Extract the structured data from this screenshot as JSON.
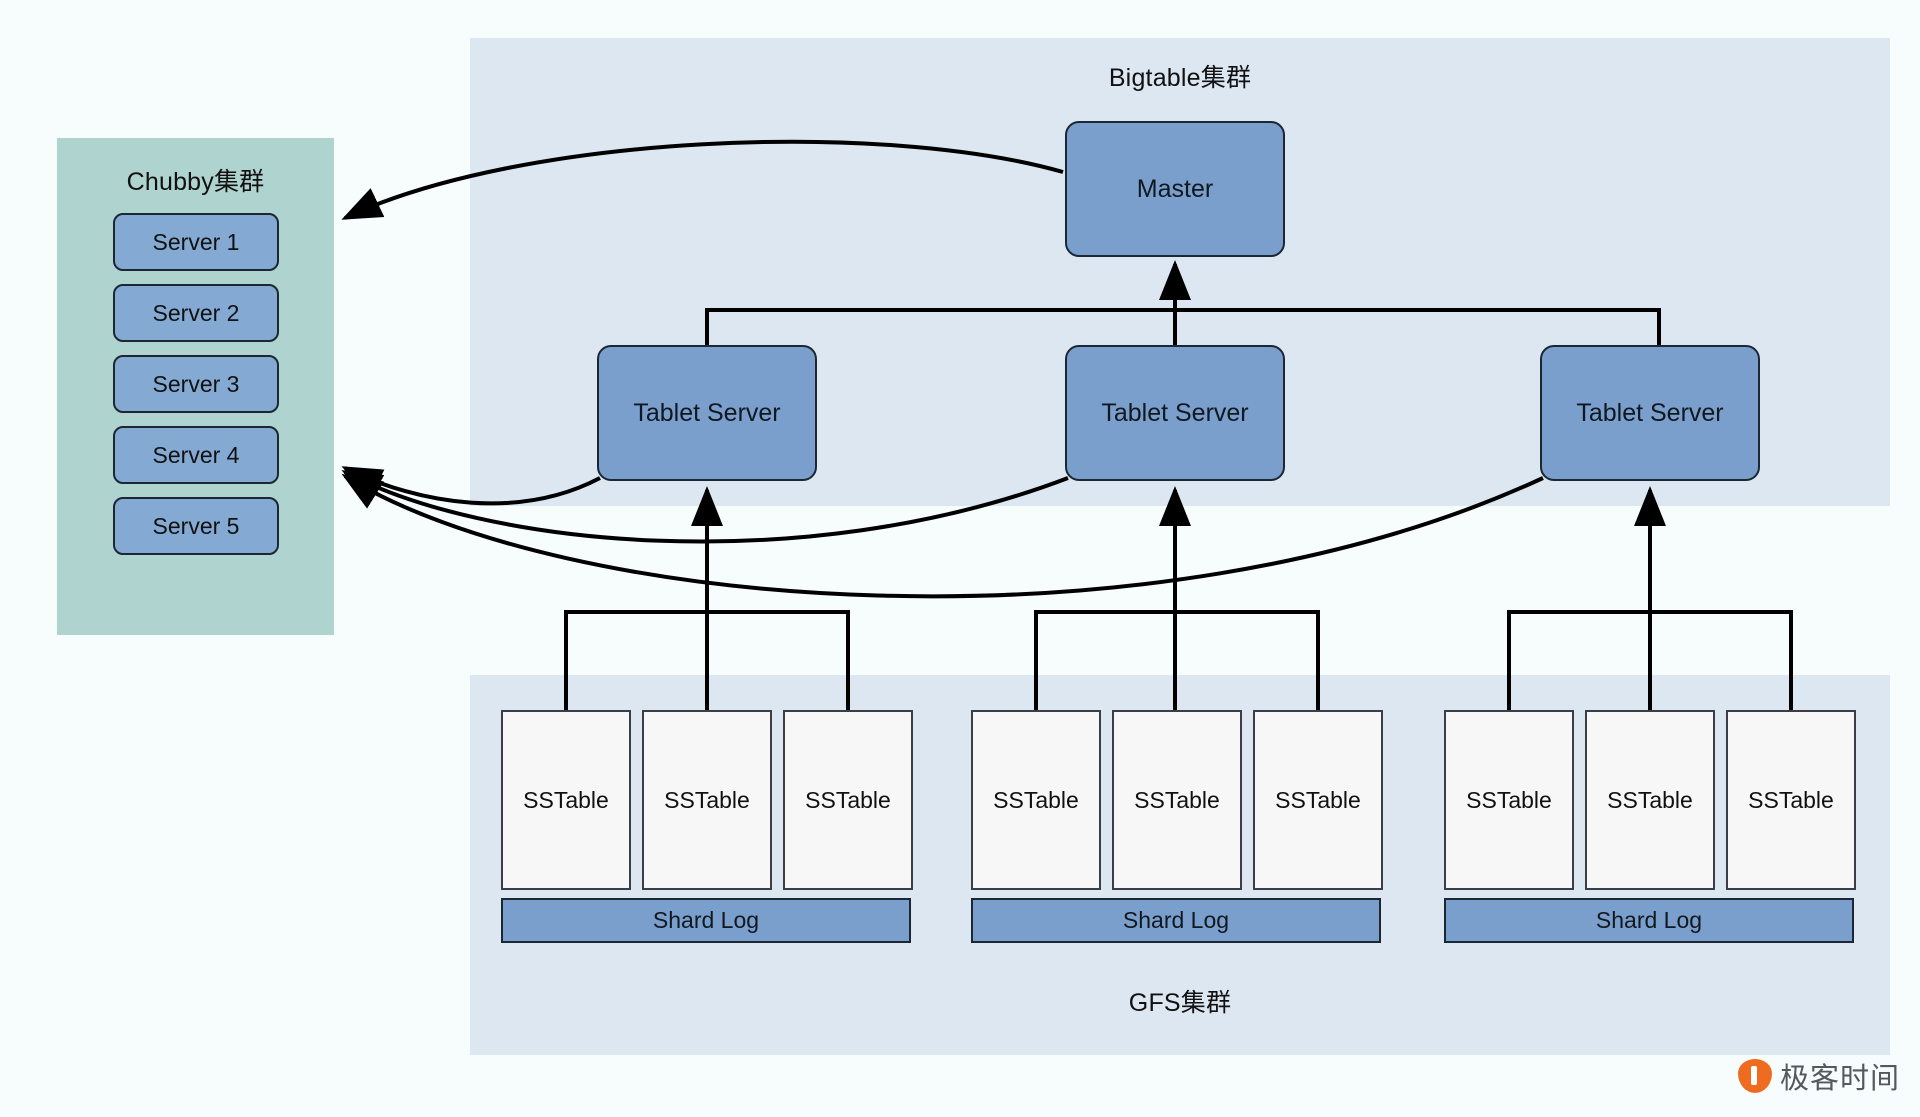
{
  "diagram": {
    "title": "Bigtable architecture with Chubby and GFS clusters",
    "colors": {
      "background": "#f7fcfc",
      "cluster_panel": "#dce7f2",
      "chubby_panel": "#afd3ce",
      "node_blue": "#7b9fcc",
      "chubby_server_blue": "#84aad4",
      "sstable_white": "#f7f7f7",
      "stroke": "#1b2733",
      "watermark_orange": "#ef6b1f"
    }
  },
  "chubby": {
    "title": "Chubby集群",
    "servers": [
      {
        "label": "Server 1"
      },
      {
        "label": "Server 2"
      },
      {
        "label": "Server 3"
      },
      {
        "label": "Server 4"
      },
      {
        "label": "Server 5"
      }
    ]
  },
  "bigtable": {
    "title": "Bigtable集群",
    "master": {
      "label": "Master"
    },
    "tablet_servers": [
      {
        "label": "Tablet Server"
      },
      {
        "label": "Tablet Server"
      },
      {
        "label": "Tablet Server"
      }
    ]
  },
  "gfs": {
    "title": "GFS集群",
    "groups": [
      {
        "sstables": [
          {
            "label": "SSTable"
          },
          {
            "label": "SSTable"
          },
          {
            "label": "SSTable"
          }
        ],
        "shard_log": {
          "label": "Shard Log"
        }
      },
      {
        "sstables": [
          {
            "label": "SSTable"
          },
          {
            "label": "SSTable"
          },
          {
            "label": "SSTable"
          }
        ],
        "shard_log": {
          "label": "Shard Log"
        }
      },
      {
        "sstables": [
          {
            "label": "SSTable"
          },
          {
            "label": "SSTable"
          },
          {
            "label": "SSTable"
          }
        ],
        "shard_log": {
          "label": "Shard Log"
        }
      }
    ]
  },
  "connections": [
    {
      "from": "Master",
      "to": "Chubby集群",
      "style": "curved-arrow"
    },
    {
      "from": "Tablet Server 1",
      "to": "Chubby集群",
      "style": "curved-arrow"
    },
    {
      "from": "Tablet Server 2",
      "to": "Chubby集群",
      "style": "curved-arrow"
    },
    {
      "from": "Tablet Server 3",
      "to": "Chubby集群",
      "style": "curved-arrow"
    },
    {
      "from": "Tablet Servers bus",
      "to": "Master",
      "style": "tree-arrow"
    },
    {
      "from": "SSTable group 1",
      "to": "Tablet Server 1",
      "style": "tree-arrow"
    },
    {
      "from": "SSTable group 2",
      "to": "Tablet Server 2",
      "style": "tree-arrow"
    },
    {
      "from": "SSTable group 3",
      "to": "Tablet Server 3",
      "style": "tree-arrow"
    }
  ],
  "watermark": {
    "text": "极客时间"
  }
}
